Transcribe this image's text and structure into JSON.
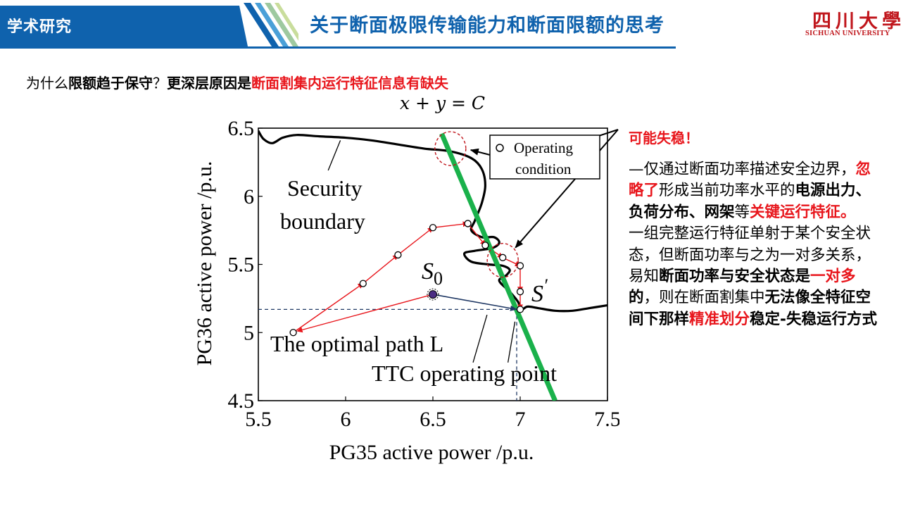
{
  "header": {
    "section_tag": "学术研究",
    "title": "关于断面极限传输能力和断面限额的思考",
    "logo_cn": "四川大學",
    "logo_en": "SICHUAN UNIVERSITY",
    "brand_color": "#0f62ad",
    "logo_color": "#c0161c"
  },
  "question": {
    "p1": "为什么",
    "p2": "限额趋于保守",
    "p3": "？",
    "p4": "更深层原因是",
    "p5": "断面割集内运行特征信息有缺失"
  },
  "equation": "x + y = C",
  "chart_data": {
    "type": "line",
    "xlabel": "PG35 active power /p.u.",
    "ylabel": "PG36 active power /p.u.",
    "xlim": [
      5.5,
      7.5
    ],
    "ylim": [
      4.5,
      6.5
    ],
    "xticks": [
      "5.5",
      "6",
      "6.5",
      "7",
      "7.5"
    ],
    "yticks": [
      "4.5",
      "5",
      "5.5",
      "6",
      "6.5"
    ],
    "legend": {
      "label_line1": "Operating",
      "label_line2": "condition",
      "position": "top-right"
    },
    "series": [
      {
        "role": "security-boundary",
        "color": "#000000",
        "points": [
          [
            5.5,
            6.48
          ],
          [
            5.53,
            6.42
          ],
          [
            5.58,
            6.39
          ],
          [
            5.64,
            6.43
          ],
          [
            5.72,
            6.45
          ],
          [
            5.85,
            6.44
          ],
          [
            6.0,
            6.43
          ],
          [
            6.15,
            6.41
          ],
          [
            6.3,
            6.38
          ],
          [
            6.45,
            6.35
          ],
          [
            6.6,
            6.33
          ],
          [
            6.72,
            6.28
          ],
          [
            6.78,
            6.2
          ],
          [
            6.8,
            6.08
          ],
          [
            6.78,
            5.95
          ],
          [
            6.74,
            5.82
          ],
          [
            6.72,
            5.75
          ],
          [
            6.78,
            5.7
          ],
          [
            6.85,
            5.7
          ],
          [
            6.88,
            5.66
          ],
          [
            6.84,
            5.62
          ],
          [
            6.74,
            5.6
          ],
          [
            6.68,
            5.58
          ],
          [
            6.72,
            5.52
          ],
          [
            6.82,
            5.5
          ],
          [
            6.9,
            5.49
          ],
          [
            6.94,
            5.46
          ],
          [
            6.92,
            5.42
          ],
          [
            6.88,
            5.38
          ],
          [
            6.94,
            5.3
          ],
          [
            6.99,
            5.22
          ],
          [
            7.0,
            5.16
          ],
          [
            7.04,
            5.19
          ],
          [
            7.1,
            5.18
          ],
          [
            7.2,
            5.16
          ],
          [
            7.3,
            5.16
          ],
          [
            7.4,
            5.18
          ],
          [
            7.5,
            5.2
          ]
        ]
      },
      {
        "role": "equal-sum-line",
        "color": "#1ab14b",
        "points": [
          [
            6.55,
            6.46
          ],
          [
            7.2,
            4.5
          ]
        ]
      },
      {
        "role": "operating-path",
        "color": "#e8161c",
        "points": [
          [
            5.7,
            5.0
          ],
          [
            6.1,
            5.36
          ],
          [
            6.3,
            5.57
          ],
          [
            6.5,
            5.77
          ],
          [
            6.7,
            5.8
          ],
          [
            6.8,
            5.64
          ],
          [
            6.9,
            5.55
          ],
          [
            7.0,
            5.49
          ],
          [
            7.0,
            5.3
          ],
          [
            7.0,
            5.17
          ]
        ]
      },
      {
        "role": "optimal-path",
        "color": "#1f3864",
        "points": [
          [
            6.5,
            5.28
          ],
          [
            6.98,
            5.17
          ]
        ]
      }
    ],
    "start_point": [
      6.5,
      5.28
    ],
    "ttc_point": [
      6.98,
      5.17
    ],
    "circles": [
      [
        6.6,
        6.35
      ],
      [
        6.9,
        5.53
      ]
    ],
    "annotations": {
      "security": "Security",
      "boundary": "boundary",
      "optimal_path": "The optimal path L",
      "ttc": "TTC operating point",
      "s0_main": "S",
      "s0_sub": "0",
      "s_prime": "S",
      "s_prime_mark": "′"
    },
    "colors": {
      "boundary": "#000000",
      "green": "#1ab14b",
      "red": "#e8161c",
      "navy": "#1f3864",
      "s0": "#4b2d82"
    }
  },
  "right": {
    "warning": "可能失稳！",
    "t1": "—仅通过断面功率描述安全边界，",
    "t2": "忽略了",
    "t3": "形成当前功率水平的",
    "t4": "电源出力、负荷分布、网架",
    "t5": "等",
    "t6": "关键运行特征。",
    "t7": "一组完整运行特征单射于某个安全状态，但断面功率与之为一对多关系，易知",
    "t8": "断面功率与安全状态是",
    "t9": "一对多",
    "t10": "的",
    "t11": "，则在断面割集中",
    "t12": "无法像全特征空间下那样",
    "t13": "精准划分",
    "t14": "稳定-失稳运行方式"
  }
}
